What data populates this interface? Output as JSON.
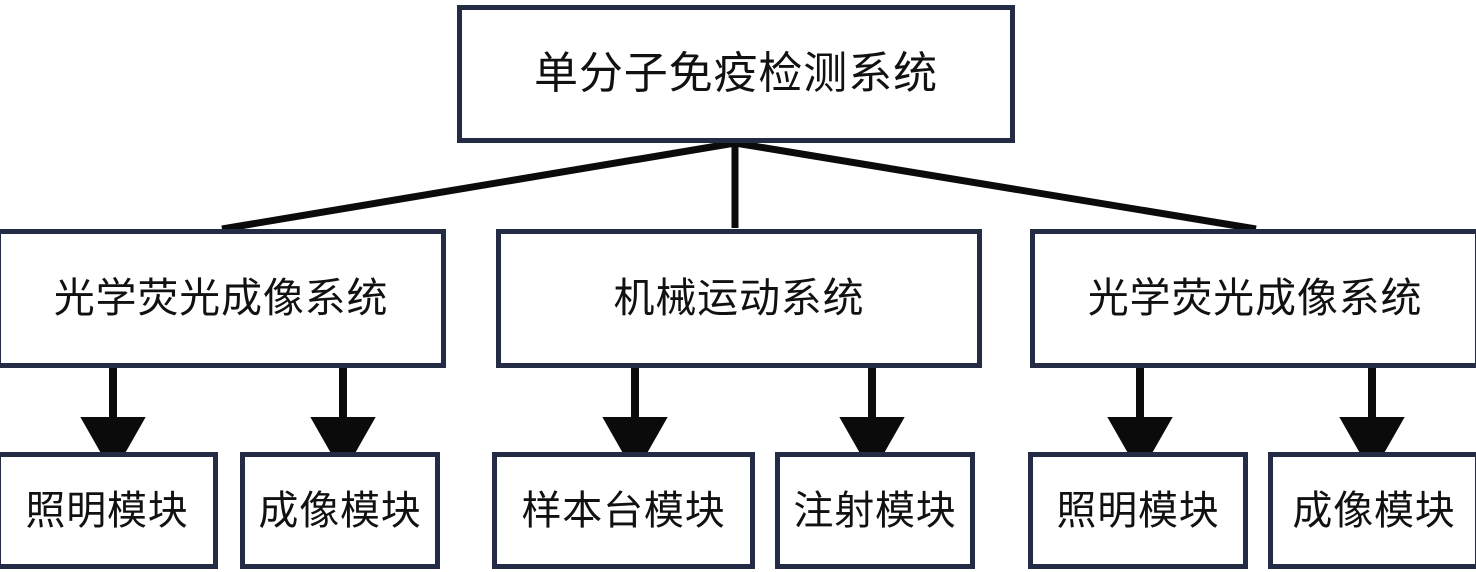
{
  "diagram": {
    "type": "hierarchy-tree",
    "title": "单分子免疫检测系统",
    "colors": {
      "box_border": "#242b45",
      "box_fill": "#ffffff",
      "connector": "#0b0b0b",
      "text": "#111111",
      "background": "#ffffff"
    },
    "root": {
      "label": "单分子免疫检测系统"
    },
    "level2": [
      {
        "label": "光学荧光成像系统"
      },
      {
        "label": "机械运动系统"
      },
      {
        "label": "光学荧光成像系统"
      }
    ],
    "level3": [
      {
        "label": "照明模块",
        "parent": "光学荧光成像系统"
      },
      {
        "label": "成像模块",
        "parent": "光学荧光成像系统"
      },
      {
        "label": "样本台模块",
        "parent": "机械运动系统"
      },
      {
        "label": "注射模块",
        "parent": "机械运动系统"
      },
      {
        "label": "照明模块",
        "parent": "光学荧光成像系统"
      },
      {
        "label": "成像模块",
        "parent": "光学荧光成像系统"
      }
    ],
    "connectors": {
      "root_to_level2": [
        {
          "style": "line",
          "from": "root",
          "to": "光学荧光成像系统 (左)"
        },
        {
          "style": "line",
          "from": "root",
          "to": "机械运动系统"
        },
        {
          "style": "line",
          "from": "root",
          "to": "光学荧光成像系统 (右)"
        }
      ],
      "level2_to_level3": [
        {
          "style": "arrow",
          "from": "光学荧光成像系统 (左)",
          "to": "照明模块"
        },
        {
          "style": "arrow",
          "from": "光学荧光成像系统 (左)",
          "to": "成像模块"
        },
        {
          "style": "arrow",
          "from": "机械运动系统",
          "to": "样本台模块"
        },
        {
          "style": "arrow",
          "from": "机械运动系统",
          "to": "注射模块"
        },
        {
          "style": "arrow",
          "from": "光学荧光成像系统 (右)",
          "to": "照明模块"
        },
        {
          "style": "arrow",
          "from": "光学荧光成像系统 (右)",
          "to": "成像模块"
        }
      ]
    }
  }
}
